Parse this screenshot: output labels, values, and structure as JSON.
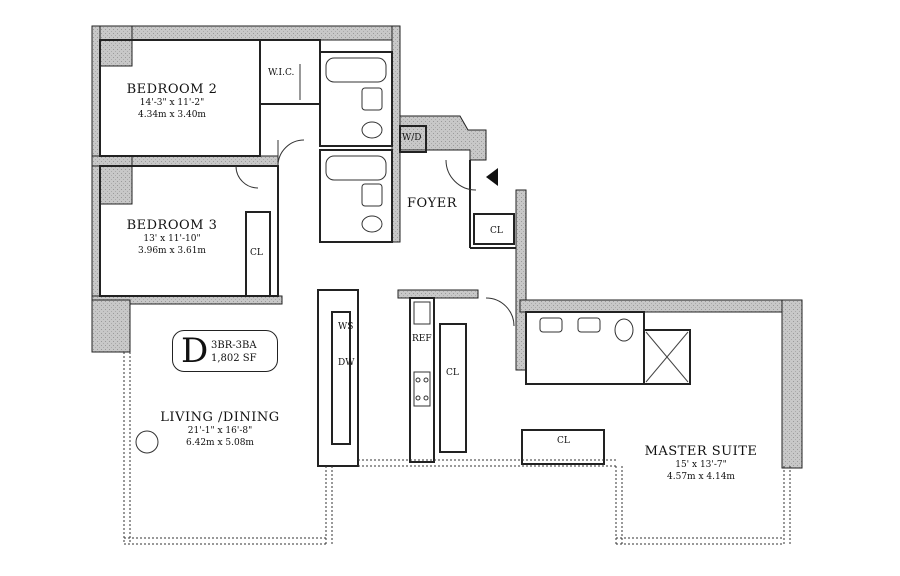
{
  "rooms": {
    "bedroom2": {
      "name": "BEDROOM 2",
      "dim_ft": "14'-3\" x 11'-2\"",
      "dim_m": "4.34m x 3.40m"
    },
    "bedroom3": {
      "name": "BEDROOM 3",
      "dim_ft": "13' x 11'-10\"",
      "dim_m": "3.96m x 3.61m"
    },
    "living": {
      "name": "LIVING /DINING",
      "dim_ft": "21'-1\" x 16'-8\"",
      "dim_m": "6.42m x 5.08m"
    },
    "master": {
      "name": "MASTER SUITE",
      "dim_ft": "15' x 13'-7\"",
      "dim_m": "4.57m x 4.14m"
    },
    "foyer": {
      "name": "FOYER"
    }
  },
  "fixtures": {
    "wic": "W.I.C.",
    "wd": "W/D",
    "cl_b3": "CL",
    "cl_foyer": "CL",
    "cl_kitchen": "CL",
    "cl_master": "CL",
    "ws": "WS",
    "dw": "DW",
    "ref": "REF"
  },
  "unit": {
    "letter": "D",
    "type": "3BR-3BA",
    "sf": "1,802 SF"
  },
  "colors": {
    "wall": "#d0d0d0",
    "line": "#222222"
  }
}
